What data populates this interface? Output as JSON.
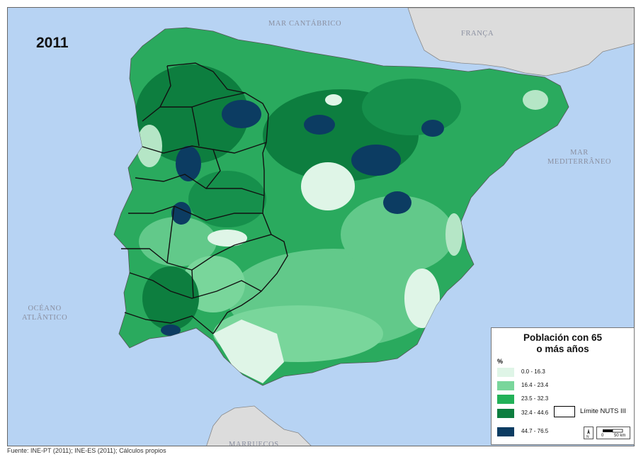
{
  "map": {
    "year": "2011",
    "labels": {
      "cantabrico": "MAR CANTÁBRICO",
      "franca": "FRANÇA",
      "mediterraneo": [
        "MAR",
        "MEDITERRÂNEO"
      ],
      "atlantico": [
        "OCÉANO",
        "ATLÂNTICO"
      ],
      "marruecos": "MARRUECOS"
    }
  },
  "legend": {
    "title_line1": "Población con 65",
    "title_line2": "o más años",
    "unit": "%",
    "classes": [
      {
        "label": "0.0 - 16.3",
        "color": "#dff5e7"
      },
      {
        "label": "16.4 - 23.4",
        "color": "#79d69b"
      },
      {
        "label": "23.5 - 32.3",
        "color": "#22b158"
      },
      {
        "label": "32.4 - 44.6",
        "color": "#0d7e3f"
      },
      {
        "label": "44.7 - 76.5",
        "color": "#0c3c62"
      }
    ],
    "nuts_label": "Límite NUTS III",
    "scale": {
      "zero": "0",
      "max": "50 km"
    }
  },
  "source": "Fuente: INE-PT (2011); INE-ES (2011); Cálculos propios",
  "colors": {
    "sea": "#b7d3f3",
    "land_foreign": "#dcdcdc"
  }
}
